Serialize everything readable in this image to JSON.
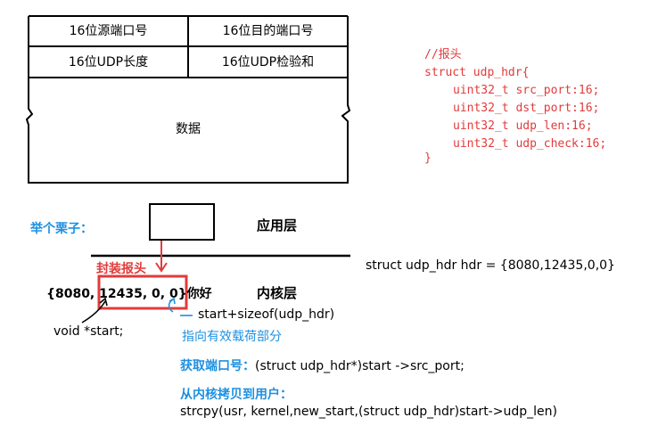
{
  "header": {
    "src_port": "16位源端口号",
    "dst_port": "16位目的端口号",
    "udp_len": "16位UDP长度",
    "udp_check": "16位UDP检验和",
    "data": "数据"
  },
  "code": {
    "comment": "//报头",
    "struct_open": "struct udp_hdr{",
    "fields": [
      "uint32_t  src_port:16;",
      "uint32_t  dst_port:16;",
      "uint32_t  udp_len:16;",
      "uint32_t  udp_check:16;"
    ],
    "struct_close": "}"
  },
  "example": {
    "label": "举个栗子：",
    "app_layer": "应用层",
    "kernel_layer": "内核层",
    "encap_label": "封装报头",
    "struct_init": "struct udp_hdr hdr = {8080,12435,0,0}",
    "packet_prefix": "{8080, 1",
    "packet_boxed": "2435, 0, 0}",
    "packet_payload": "你好",
    "void_start": "void *start;",
    "start_sizeof": "start+sizeof(udp_hdr)",
    "payload_note": "指向有效载荷部分",
    "get_port_label": "获取端口号：",
    "get_port_code": "(struct udp_hdr*)start ->src_port;",
    "copy_label": "从内核拷贝到用户：",
    "copy_code": "strcpy(usr, kernel,new_start,(struct udp_hdr)start->udp_len)"
  },
  "colors": {
    "red": "#e23b3b",
    "blue": "#1e90e0",
    "black": "#000000"
  }
}
